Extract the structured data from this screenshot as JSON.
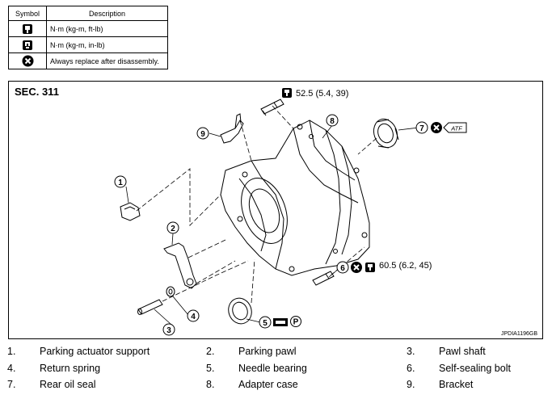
{
  "legend": {
    "headers": {
      "symbol": "Symbol",
      "description": "Description"
    },
    "rows": [
      {
        "icon": "torque-wrench-icon",
        "text": "N·m (kg-m, ft-lb)"
      },
      {
        "icon": "torque-wrench-small-icon",
        "text": "N·m (kg-m, in-lb)"
      },
      {
        "icon": "always-replace-icon",
        "text": "Always replace after disassembly."
      }
    ]
  },
  "figure": {
    "section": "SEC. 311",
    "code": "JPDIA1196GB",
    "callouts": {
      "c1": "1",
      "c2": "2",
      "c3": "3",
      "c4": "4",
      "c5": "5",
      "c6": "6",
      "c7": "7",
      "c8": "8",
      "c9": "9"
    },
    "torque_top": "52.5 (5.4, 39)",
    "torque_bolt": "60.5 (6.2, 45)",
    "atf_label": "ATF",
    "petroleum_label": "P"
  },
  "parts": [
    {
      "num": "1.",
      "name": "Parking actuator support"
    },
    {
      "num": "2.",
      "name": "Parking pawl"
    },
    {
      "num": "3.",
      "name": "Pawl shaft"
    },
    {
      "num": "4.",
      "name": "Return spring"
    },
    {
      "num": "5.",
      "name": "Needle bearing"
    },
    {
      "num": "6.",
      "name": "Self-sealing bolt"
    },
    {
      "num": "7.",
      "name": "Rear oil seal"
    },
    {
      "num": "8.",
      "name": "Adapter case"
    },
    {
      "num": "9.",
      "name": "Bracket"
    }
  ]
}
